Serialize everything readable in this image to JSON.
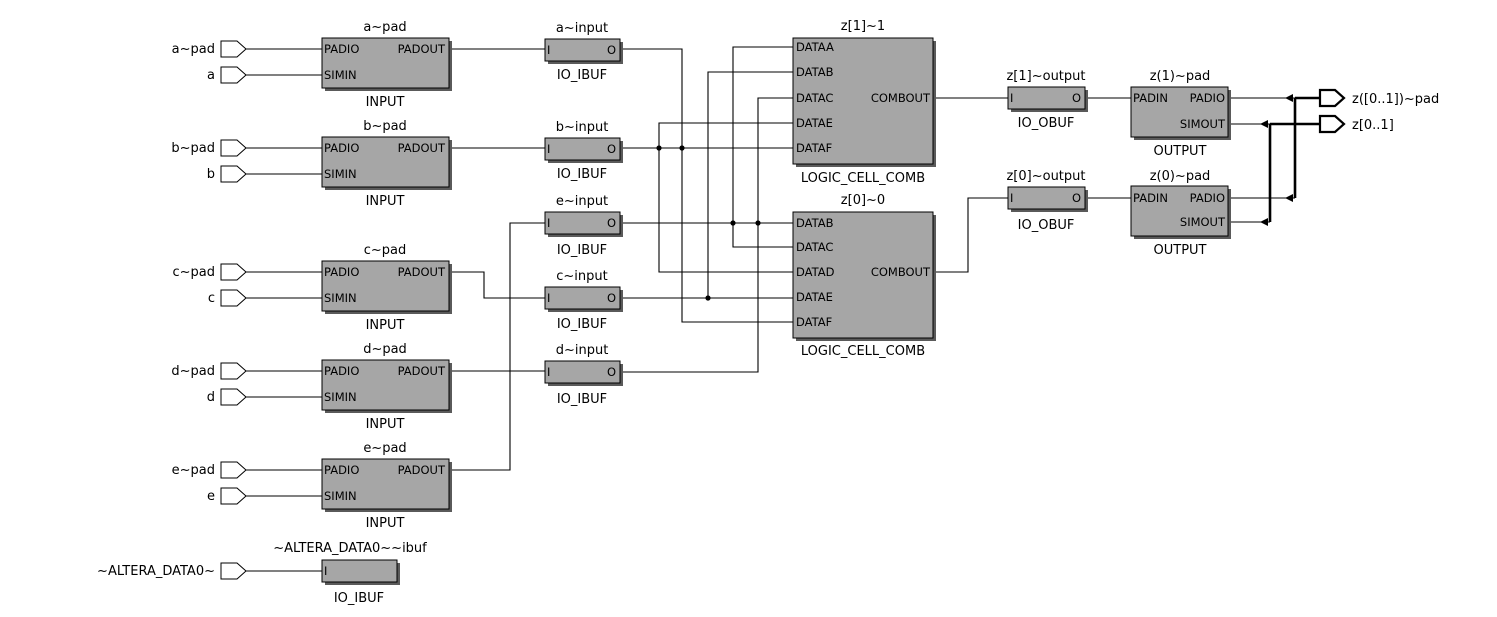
{
  "inputs": {
    "a_pad": "a~pad",
    "a": "a",
    "b_pad": "b~pad",
    "b": "b",
    "c_pad": "c~pad",
    "c": "c",
    "d_pad": "d~pad",
    "d": "d",
    "e_pad": "e~pad",
    "e": "e",
    "altera": "~ALTERA_DATA0~"
  },
  "pads": {
    "a": "a~pad",
    "b": "b~pad",
    "c": "c~pad",
    "d": "d~pad",
    "e": "e~pad",
    "type": "INPUT",
    "pin_padio": "PADIO",
    "pin_simin": "SIMIN",
    "pin_padout": "PADOUT"
  },
  "ibufs": {
    "a": "a~input",
    "b": "b~input",
    "e": "e~input",
    "c": "c~input",
    "d": "d~input",
    "altera": "~ALTERA_DATA0~~ibuf",
    "type": "IO_IBUF",
    "pin_i": "I",
    "pin_o": "O"
  },
  "lcells": {
    "z1": "z[1]~1",
    "z0": "z[0]~0",
    "type": "LOGIC_CELL_COMB",
    "pin_dataa": "DATAA",
    "pin_datab": "DATAB",
    "pin_datac": "DATAC",
    "pin_datad": "DATAD",
    "pin_datae": "DATAE",
    "pin_dataf": "DATAF",
    "pin_combout": "COMBOUT"
  },
  "obufs": {
    "z1": "z[1]~output",
    "z0": "z[0]~output",
    "type": "IO_OBUF",
    "pin_i": "I",
    "pin_o": "O"
  },
  "outpads": {
    "z1": "z(1)~pad",
    "z0": "z(0)~pad",
    "type": "OUTPUT",
    "pin_padin": "PADIN",
    "pin_padio": "PADIO",
    "pin_simout": "SIMOUT"
  },
  "outputs": {
    "pad": "z([0..1])~pad",
    "z": "z[0..1]"
  }
}
